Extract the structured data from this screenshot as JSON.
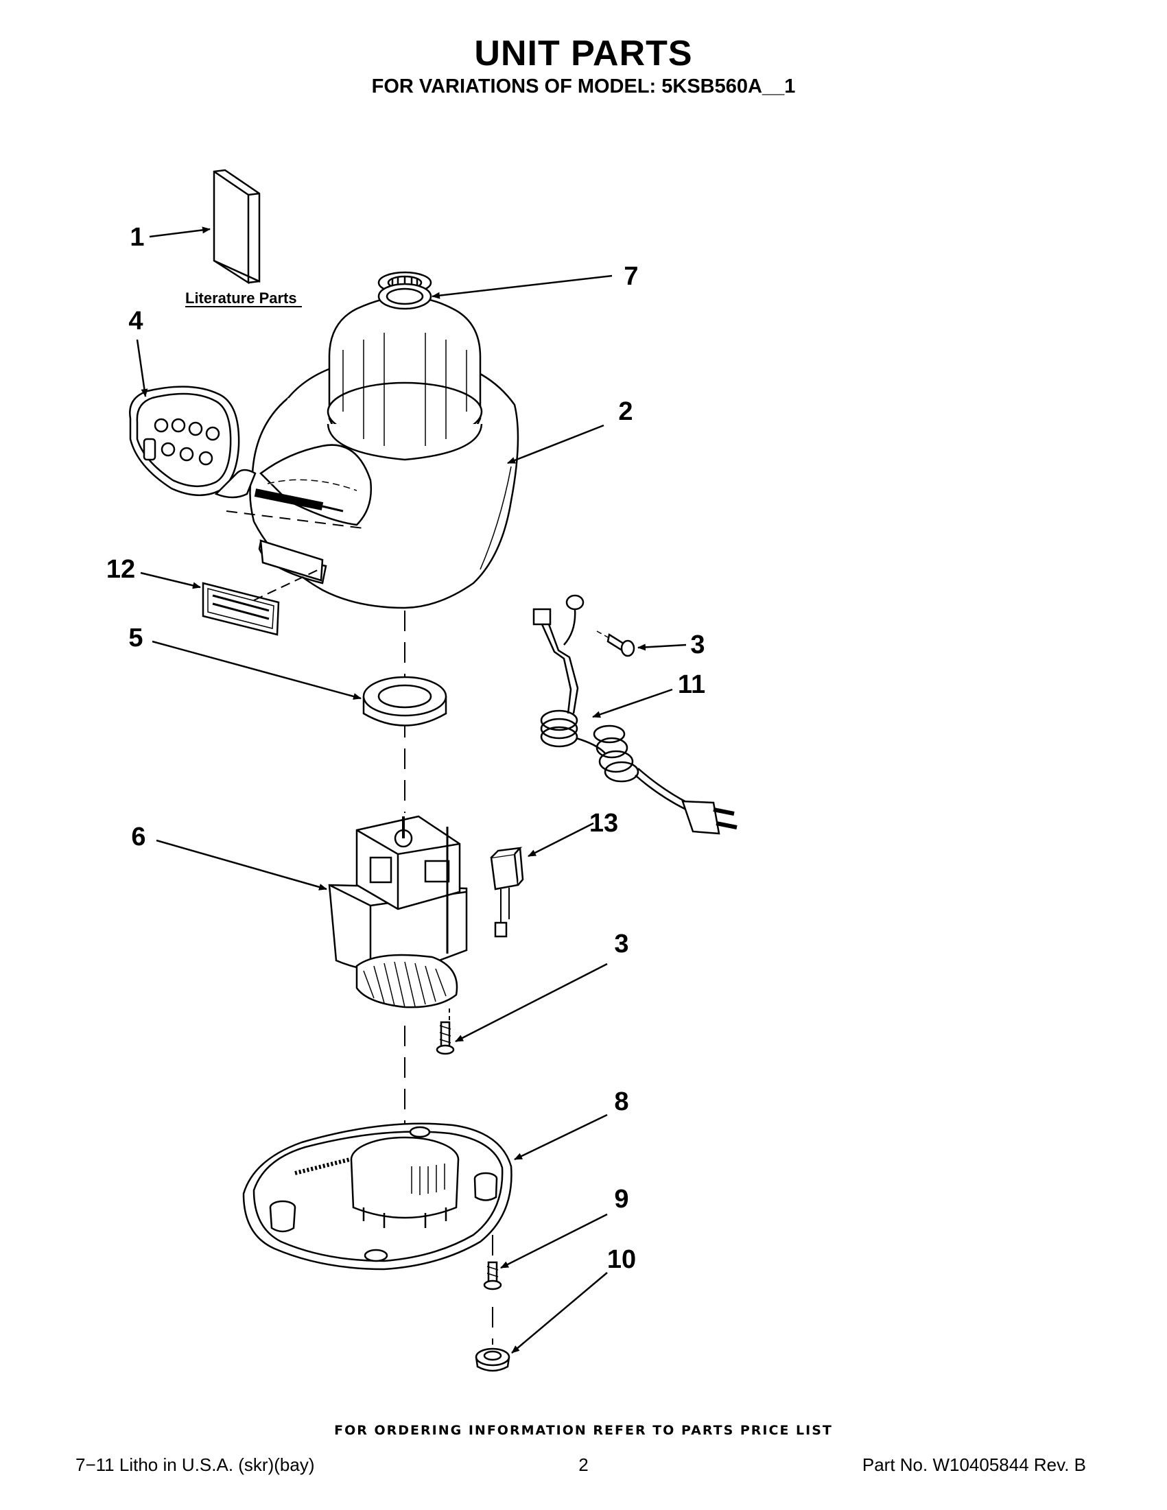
{
  "header": {
    "title": "UNIT PARTS",
    "subtitle": "FOR VARIATIONS OF MODEL: 5KSB560A__1"
  },
  "diagram": {
    "literature_label": "Literature Parts",
    "callouts": {
      "c1": "1",
      "c2": "2",
      "c3a": "3",
      "c3b": "3",
      "c4": "4",
      "c5": "5",
      "c6": "6",
      "c7": "7",
      "c8": "8",
      "c9": "9",
      "c10": "10",
      "c11": "11",
      "c12": "12",
      "c13": "13"
    }
  },
  "footer": {
    "order_note": "FOR ORDERING INFORMATION REFER TO PARTS PRICE LIST",
    "litho": "7−11 Litho in U.S.A. (skr)(bay)",
    "page_number": "2",
    "part_number": "Part No. W10405844 Rev. B"
  }
}
